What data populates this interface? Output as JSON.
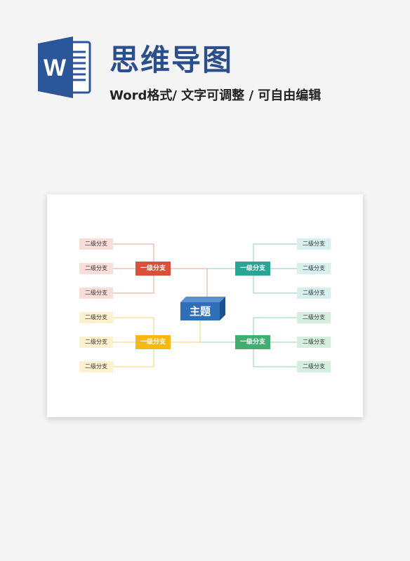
{
  "header": {
    "logo_letter": "W",
    "title": "思维导图",
    "subtitle": "Word格式/ 文字可调整 / 可自由编辑"
  },
  "mindmap": {
    "topic": "主题",
    "branches": [
      {
        "label": "一级分支",
        "color": "#d9503b",
        "sub_bg": "#f9ddd8",
        "subs": [
          "二级分支",
          "二级分支",
          "二级分支"
        ]
      },
      {
        "label": "一级分支",
        "color": "#29a596",
        "sub_bg": "#d7f0ed",
        "subs": [
          "二级分支",
          "二级分支",
          "二级分支"
        ]
      },
      {
        "label": "一级分支",
        "color": "#f7b80f",
        "sub_bg": "#fdf0cf",
        "subs": [
          "二级分支",
          "二级分支",
          "二级分支"
        ]
      },
      {
        "label": "一级分支",
        "color": "#3fae6e",
        "sub_bg": "#d6eee0",
        "subs": [
          "二级分支",
          "二级分支",
          "二级分支"
        ]
      }
    ],
    "colors": {
      "topic": "#2f6fb8",
      "word_blue": "#2b579a"
    }
  }
}
